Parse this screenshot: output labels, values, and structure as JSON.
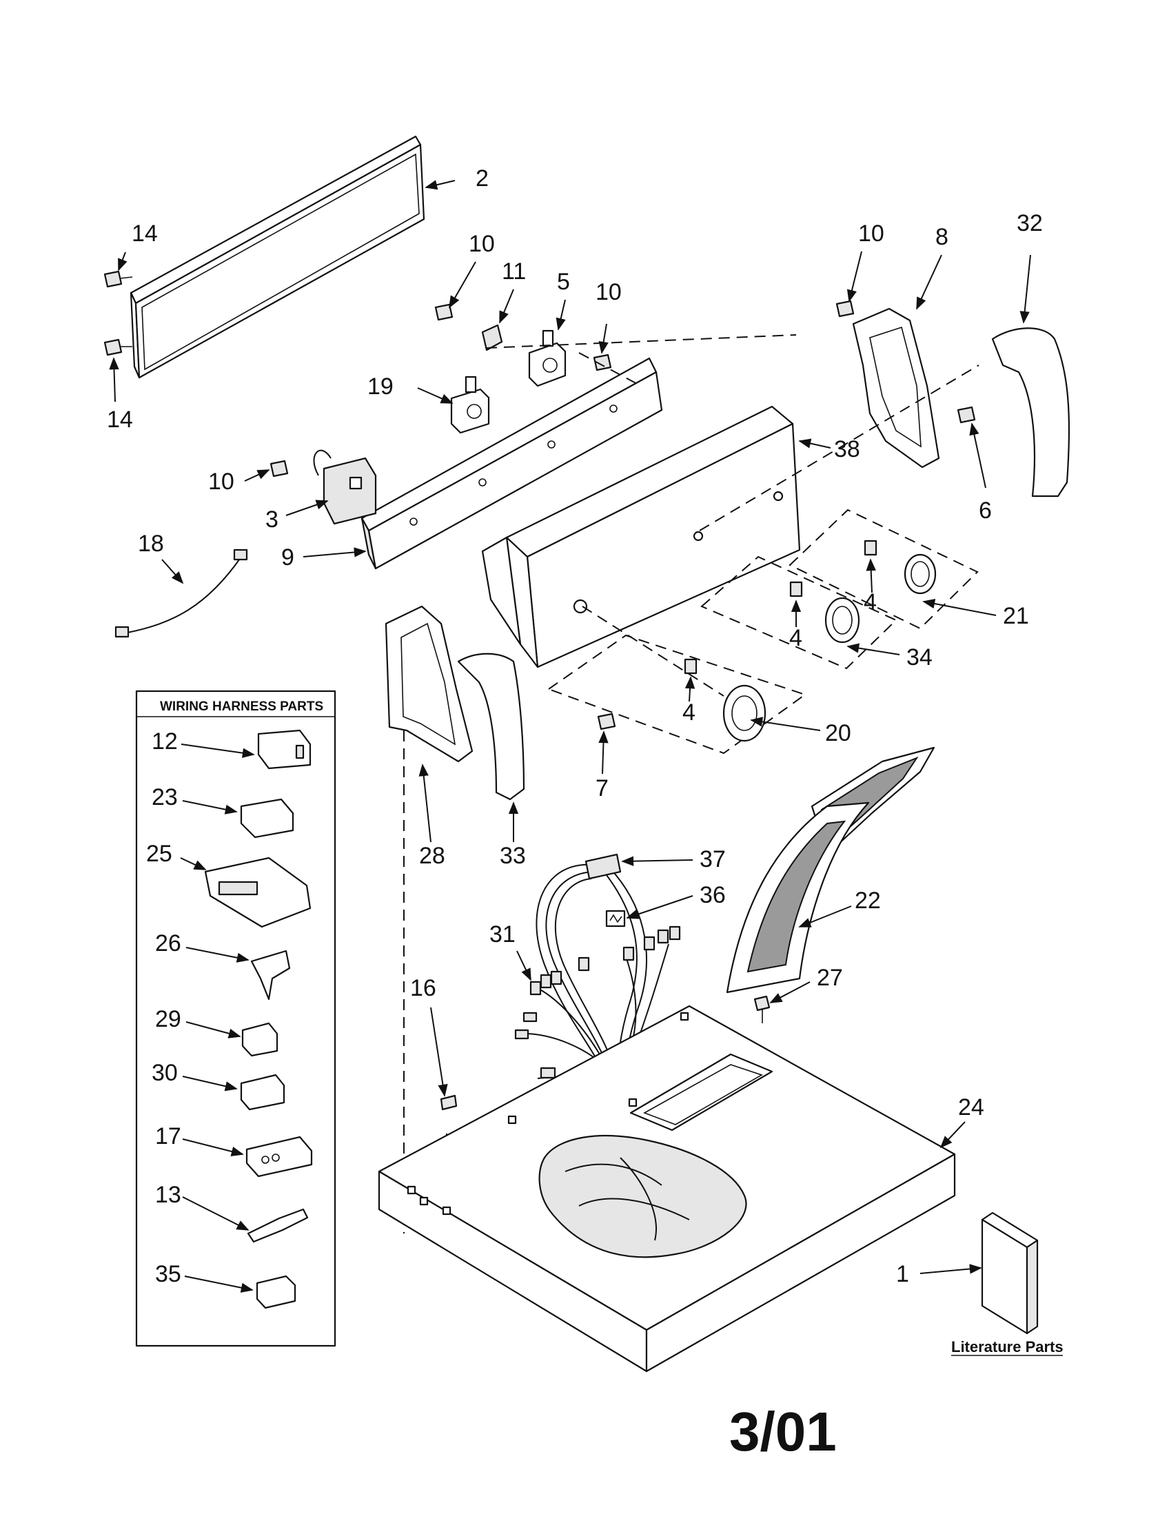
{
  "diagram": {
    "callouts": [
      {
        "id": "c2",
        "text": "2"
      },
      {
        "id": "c14a",
        "text": "14"
      },
      {
        "id": "c14b",
        "text": "14"
      },
      {
        "id": "c10a",
        "text": "10"
      },
      {
        "id": "c11",
        "text": "11"
      },
      {
        "id": "c5",
        "text": "5"
      },
      {
        "id": "c10b",
        "text": "10"
      },
      {
        "id": "c10c",
        "text": "10"
      },
      {
        "id": "c8",
        "text": "8"
      },
      {
        "id": "c32",
        "text": "32"
      },
      {
        "id": "c19",
        "text": "19"
      },
      {
        "id": "c38",
        "text": "38"
      },
      {
        "id": "c6",
        "text": "6"
      },
      {
        "id": "c10d",
        "text": "10"
      },
      {
        "id": "c3",
        "text": "3"
      },
      {
        "id": "c9",
        "text": "9"
      },
      {
        "id": "c18",
        "text": "18"
      },
      {
        "id": "c4a",
        "text": "4"
      },
      {
        "id": "c21",
        "text": "21"
      },
      {
        "id": "c4b",
        "text": "4"
      },
      {
        "id": "c34",
        "text": "34"
      },
      {
        "id": "c4c",
        "text": "4"
      },
      {
        "id": "c20",
        "text": "20"
      },
      {
        "id": "c7",
        "text": "7"
      },
      {
        "id": "c28",
        "text": "28"
      },
      {
        "id": "c33",
        "text": "33"
      },
      {
        "id": "c37",
        "text": "37"
      },
      {
        "id": "c36",
        "text": "36"
      },
      {
        "id": "c22",
        "text": "22"
      },
      {
        "id": "c31",
        "text": "31"
      },
      {
        "id": "c16",
        "text": "16"
      },
      {
        "id": "c27",
        "text": "27"
      },
      {
        "id": "c24",
        "text": "24"
      },
      {
        "id": "c1",
        "text": "1"
      }
    ],
    "harness_box": {
      "title": "WIRING HARNESS PARTS",
      "items": [
        "12",
        "23",
        "25",
        "26",
        "29",
        "30",
        "17",
        "13",
        "35"
      ]
    },
    "literature_label": "Literature Parts",
    "date_code": "3/01"
  }
}
